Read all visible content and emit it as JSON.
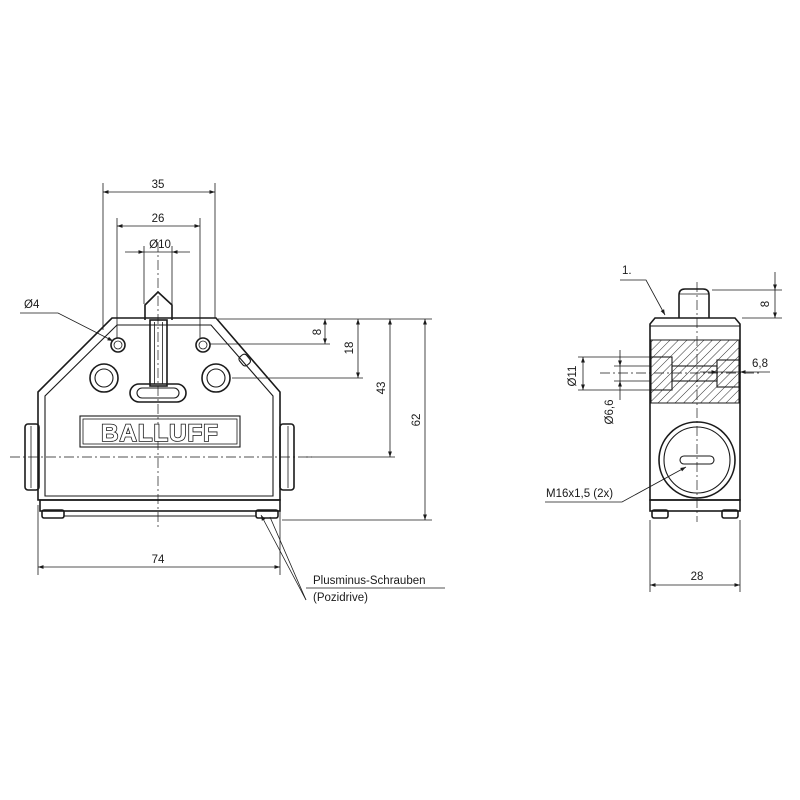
{
  "front_view": {
    "logo": "BALLUFF",
    "dims": {
      "d35": "35",
      "d26": "26",
      "d10": "Ø10",
      "d4": "Ø4",
      "d8": "8",
      "d18": "18",
      "d43": "43",
      "d62": "62",
      "d74": "74"
    },
    "note_line1": "Plusminus-Schrauben",
    "note_line2": "(Pozidrive)"
  },
  "side_view": {
    "item_marker": "1.",
    "dims": {
      "d8": "8",
      "d11": "Ø11",
      "d66": "Ø6,6",
      "d68": "6,8",
      "d28": "28"
    },
    "thread_label": "M16x1,5 (2x)"
  }
}
